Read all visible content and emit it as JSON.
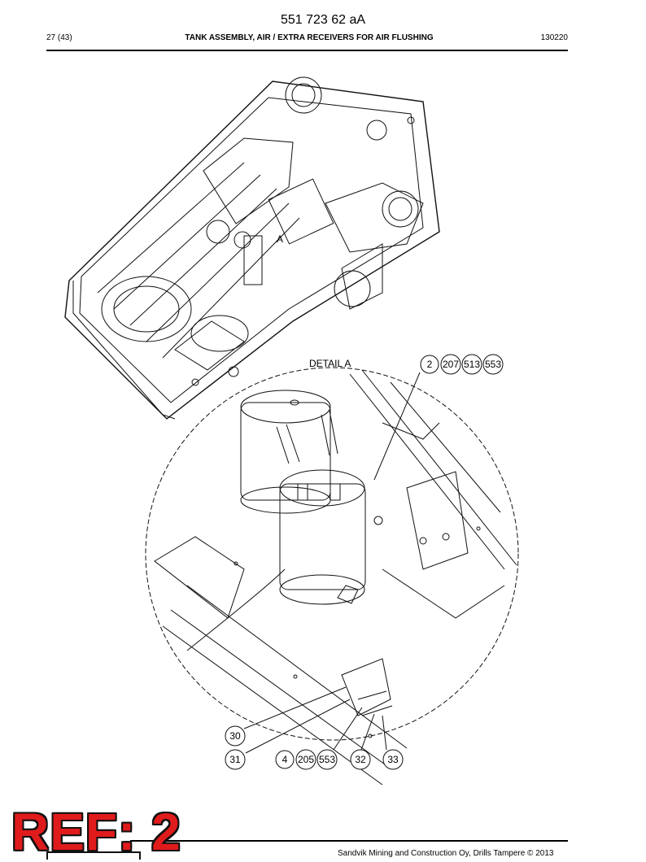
{
  "header": {
    "doc_number": "551 723 62 aA",
    "page": "27 (43)",
    "title": "TANK ASSEMBLY, AIR / EXTRA RECEIVERS FOR AIR FLUSHING",
    "date": "130220"
  },
  "drawing": {
    "view_marker": "A",
    "detail_label": "DETAIL A",
    "callouts_top": [
      "2",
      "207",
      "513",
      "553"
    ],
    "callouts_left": [
      "30",
      "31"
    ],
    "callouts_bottom": [
      "4",
      "205",
      "553",
      "32",
      "33"
    ]
  },
  "footer": {
    "copyright": "Sandvik Mining and Construction Oy, Drills Tampere © 2013",
    "ref_stamp": "REF: 2"
  }
}
